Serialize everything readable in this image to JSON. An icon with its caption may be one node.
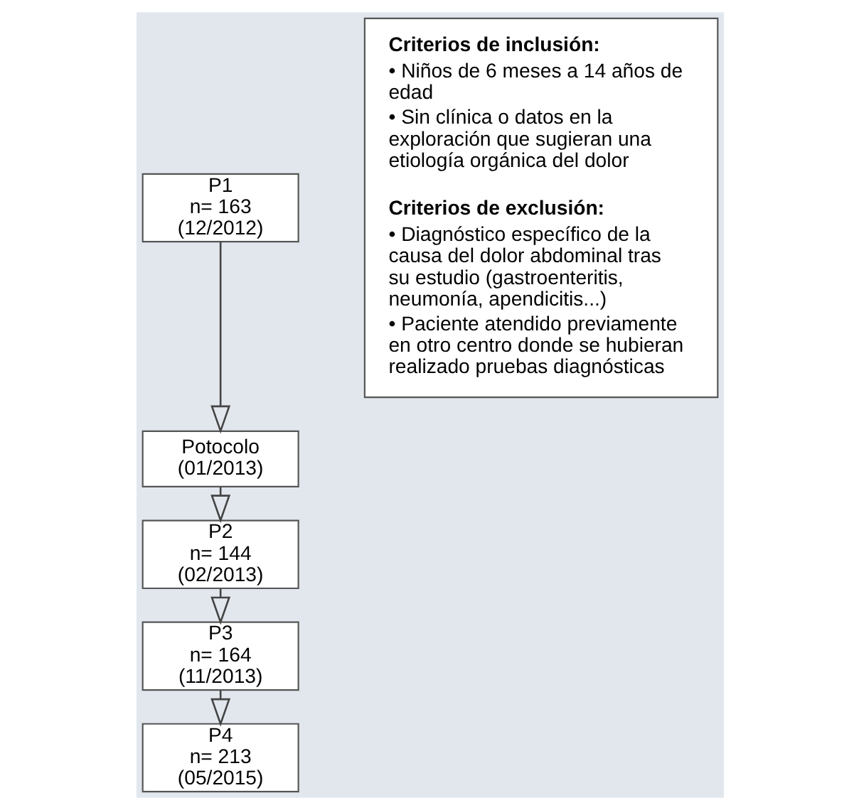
{
  "diagram": {
    "nodes": [
      {
        "text": [
          "P1",
          "n= 163",
          "(12/2012)"
        ]
      },
      {
        "text": [
          "Potocolo",
          "(01/2013)"
        ]
      },
      {
        "text": [
          "P2",
          "n= 144",
          "(02/2013)"
        ]
      },
      {
        "text": [
          "P3",
          "n= 164",
          "(11/2013)"
        ]
      },
      {
        "text": [
          "P4",
          "n= 213",
          "(05/2015)"
        ]
      },
      {
        "text": [
          "Criterios de inclusión:",
          "• Niños de 6 meses a 14 años de edad",
          "• Sin clínica o datos en la exploración que sugieran una etiología orgánica del dolor",
          "Criterios de exclusión:",
          "• Diagnóstico específico de la causa del dolor abdominal tras su estudio (gastroenteritis, neumonía, apendicitis...)",
          "• Paciente atendido previamente en otro centro donde se hubieran realizado pruebas diagnósticas"
        ]
      }
    ],
    "edges": [
      {
        "from": 0,
        "to": 1,
        "arrow": "to"
      },
      {
        "from": 1,
        "to": 2,
        "arrow": "to"
      },
      {
        "from": 2,
        "to": 3,
        "arrow": "to"
      },
      {
        "from": 3,
        "to": 4,
        "arrow": "to"
      }
    ]
  }
}
